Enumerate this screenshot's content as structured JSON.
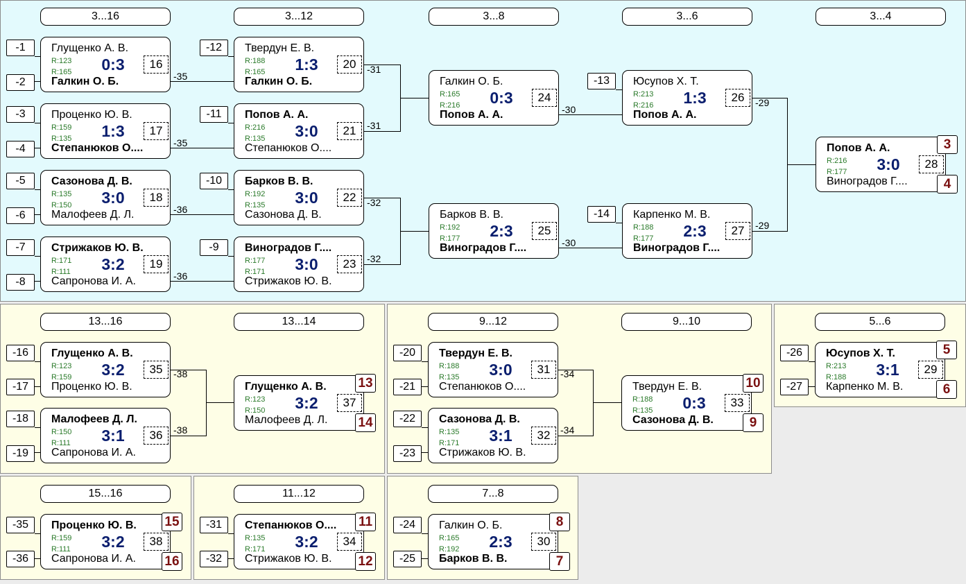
{
  "rounds": {
    "r3_16": "3...16",
    "r3_12": "3...12",
    "r3_8": "3...8",
    "r3_6": "3...6",
    "r3_4": "3...4",
    "r13_16": "13...16",
    "r13_14": "13...14",
    "r9_12": "9...12",
    "r9_10": "9...10",
    "r5_6": "5...6",
    "r15_16": "15...16",
    "r11_12": "11...12",
    "r7_8": "7...8"
  },
  "seeds": {
    "s1": "-1",
    "s2": "-2",
    "s3": "-3",
    "s4": "-4",
    "s5": "-5",
    "s6": "-6",
    "s7": "-7",
    "s8": "-8",
    "s12": "-12",
    "s11": "-11",
    "s10": "-10",
    "s9": "-9",
    "s13": "-13",
    "s14": "-14",
    "s16": "-16",
    "s17": "-17",
    "s18": "-18",
    "s19": "-19",
    "s20": "-20",
    "s21": "-21",
    "s22": "-22",
    "s23": "-23",
    "s26": "-26",
    "s27": "-27",
    "s35": "-35",
    "s36": "-36",
    "s31": "-31",
    "s32": "-32",
    "s24": "-24",
    "s25": "-25"
  },
  "connectors": {
    "c16": "-35",
    "c17": "-35",
    "c18": "-36",
    "c19": "-36",
    "c20": "-31",
    "c21": "-31",
    "c22": "-32",
    "c23": "-32",
    "c24": "-30",
    "c25": "-30",
    "c26": "-29",
    "c27": "-29",
    "c35": "-38",
    "c36": "-38",
    "c31": "-34",
    "c32": "-34"
  },
  "matches": {
    "m16": {
      "p1": "Глущенко А. В.",
      "r1": "R:123",
      "p2": "Галкин О. Б.",
      "r2": "R:165",
      "score": "0:3",
      "num": "16"
    },
    "m17": {
      "p1": "Проценко Ю. В.",
      "r1": "R:159",
      "p2": "Степанюков О....",
      "r2": "R:135",
      "score": "1:3",
      "num": "17"
    },
    "m18": {
      "p1": "Сазонова Д. В.",
      "r1": "R:135",
      "p2": "Малофеев Д. Л.",
      "r2": "R:150",
      "score": "3:0",
      "num": "18"
    },
    "m19": {
      "p1": "Стрижаков Ю. В.",
      "r1": "R:171",
      "p2": "Сапронова И. А.",
      "r2": "R:111",
      "score": "3:2",
      "num": "19"
    },
    "m20": {
      "p1": "Твердун Е. В.",
      "r1": "R:188",
      "p2": "Галкин О. Б.",
      "r2": "R:165",
      "score": "1:3",
      "num": "20"
    },
    "m21": {
      "p1": "Попов А. А.",
      "r1": "R:216",
      "p2": "Степанюков О....",
      "r2": "R:135",
      "score": "3:0",
      "num": "21"
    },
    "m22": {
      "p1": "Барков В. В.",
      "r1": "R:192",
      "p2": "Сазонова Д. В.",
      "r2": "R:135",
      "score": "3:0",
      "num": "22"
    },
    "m23": {
      "p1": "Виноградов Г....",
      "r1": "R:177",
      "p2": "Стрижаков Ю. В.",
      "r2": "R:171",
      "score": "3:0",
      "num": "23"
    },
    "m24": {
      "p1": "Галкин О. Б.",
      "r1": "R:165",
      "p2": "Попов А. А.",
      "r2": "R:216",
      "score": "0:3",
      "num": "24"
    },
    "m25": {
      "p1": "Барков В. В.",
      "r1": "R:192",
      "p2": "Виноградов Г....",
      "r2": "R:177",
      "score": "2:3",
      "num": "25"
    },
    "m26": {
      "p1": "Юсупов Х. Т.",
      "r1": "R:213",
      "p2": "Попов А. А.",
      "r2": "R:216",
      "score": "1:3",
      "num": "26"
    },
    "m27": {
      "p1": "Карпенко М. В.",
      "r1": "R:188",
      "p2": "Виноградов Г....",
      "r2": "R:177",
      "score": "2:3",
      "num": "27"
    },
    "m28": {
      "p1": "Попов А. А.",
      "r1": "R:216",
      "p2": "Виноградов Г....",
      "r2": "R:177",
      "score": "3:0",
      "num": "28",
      "pl1": "3",
      "pl2": "4"
    },
    "m35": {
      "p1": "Глущенко А. В.",
      "r1": "R:123",
      "p2": "Проценко Ю. В.",
      "r2": "R:159",
      "score": "3:2",
      "num": "35"
    },
    "m36": {
      "p1": "Малофеев Д. Л.",
      "r1": "R:150",
      "p2": "Сапронова И. А.",
      "r2": "R:111",
      "score": "3:1",
      "num": "36"
    },
    "m37": {
      "p1": "Глущенко А. В.",
      "r1": "R:123",
      "p2": "Малофеев Д. Л.",
      "r2": "R:150",
      "score": "3:2",
      "num": "37",
      "pl1": "13",
      "pl2": "14"
    },
    "m31": {
      "p1": "Твердун Е. В.",
      "r1": "R:188",
      "p2": "Степанюков О....",
      "r2": "R:135",
      "score": "3:0",
      "num": "31"
    },
    "m32": {
      "p1": "Сазонова Д. В.",
      "r1": "R:135",
      "p2": "Стрижаков Ю. В.",
      "r2": "R:171",
      "score": "3:1",
      "num": "32"
    },
    "m33": {
      "p1": "Твердун Е. В.",
      "r1": "R:188",
      "p2": "Сазонова Д. В.",
      "r2": "R:135",
      "score": "0:3",
      "num": "33",
      "pl1": "10",
      "pl2": "9"
    },
    "m29": {
      "p1": "Юсупов Х. Т.",
      "r1": "R:213",
      "p2": "Карпенко М. В.",
      "r2": "R:188",
      "score": "3:1",
      "num": "29",
      "pl1": "5",
      "pl2": "6"
    },
    "m38": {
      "p1": "Проценко Ю. В.",
      "r1": "R:159",
      "p2": "Сапронова И. А.",
      "r2": "R:111",
      "score": "3:2",
      "num": "38",
      "pl1": "15",
      "pl2": "16"
    },
    "m34": {
      "p1": "Степанюков О....",
      "r1": "R:135",
      "p2": "Стрижаков Ю. В.",
      "r2": "R:171",
      "score": "3:2",
      "num": "34",
      "pl1": "11",
      "pl2": "12"
    },
    "m30": {
      "p1": "Галкин О. Б.",
      "r1": "R:165",
      "p2": "Барков В. В.",
      "r2": "R:192",
      "score": "2:3",
      "num": "30",
      "pl1": "8",
      "pl2": "7"
    }
  }
}
